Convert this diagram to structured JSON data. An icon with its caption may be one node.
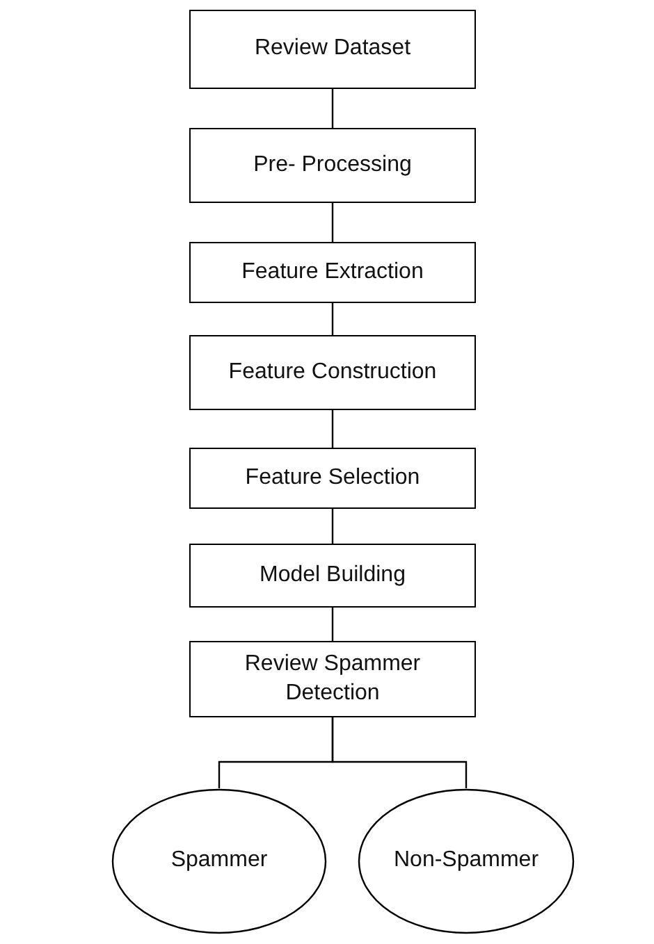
{
  "diagram": {
    "nodes": [
      {
        "text": [
          "Review Dataset"
        ]
      },
      {
        "text": [
          "Pre- Processing"
        ]
      },
      {
        "text": [
          "Feature Extraction"
        ]
      },
      {
        "text": [
          "Feature Construction"
        ]
      },
      {
        "text": [
          "Feature Selection"
        ]
      },
      {
        "text": [
          "Model Building"
        ]
      },
      {
        "text": [
          "Review Spammer Detection"
        ]
      },
      {
        "text": [
          "Spammer"
        ]
      },
      {
        "text": [
          "Non-Spammer"
        ]
      }
    ],
    "edges": [
      {
        "from": 0,
        "to": 1,
        "arrow": "none"
      },
      {
        "from": 1,
        "to": 2,
        "arrow": "none"
      },
      {
        "from": 2,
        "to": 3,
        "arrow": "none"
      },
      {
        "from": 3,
        "to": 4,
        "arrow": "none"
      },
      {
        "from": 4,
        "to": 5,
        "arrow": "none"
      },
      {
        "from": 5,
        "to": 6,
        "arrow": "none"
      },
      {
        "from": 6,
        "to": 7,
        "arrow": "none"
      },
      {
        "from": 6,
        "to": 8,
        "arrow": "none"
      }
    ]
  }
}
